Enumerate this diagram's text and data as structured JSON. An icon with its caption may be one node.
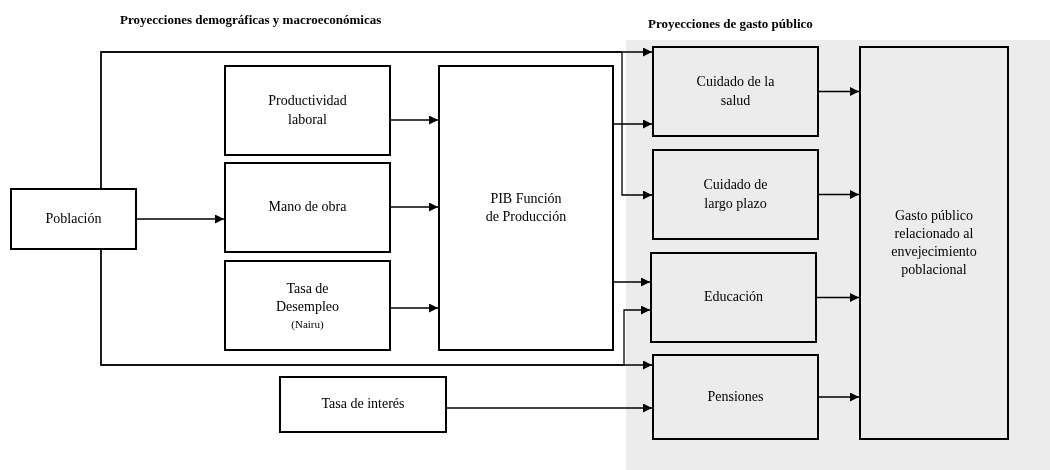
{
  "diagram": {
    "nodes": [
      {
        "text": [
          "Población"
        ]
      },
      {
        "text": [
          "Productividad laboral"
        ]
      },
      {
        "text": [
          "Mano de obra"
        ]
      },
      {
        "text": [
          "Tasa de Desempleo",
          "(Nairu)"
        ]
      },
      {
        "text": [
          "PIB Función de Producción"
        ]
      },
      {
        "text": [
          "Tasa de interés"
        ]
      },
      {
        "text": [
          "Proyecciones de gasto público"
        ]
      },
      {
        "text": [
          "Cuidado de la salud"
        ],
        "in": 6
      },
      {
        "text": [
          "Cuidado de largo plazo"
        ],
        "in": 6
      },
      {
        "text": [
          "Educación"
        ],
        "in": 6
      },
      {
        "text": [
          "Pensiones"
        ],
        "in": 6
      },
      {
        "text": [
          "Gasto público relacionado al envejecimiento poblacional"
        ],
        "in": 6
      }
    ],
    "edges": [
      {
        "from": 0,
        "to": 7,
        "arrow": "to"
      },
      {
        "from": 0,
        "to": 8,
        "arrow": "to"
      },
      {
        "from": 0,
        "to": 2,
        "arrow": "to"
      },
      {
        "from": 0,
        "to": 10,
        "arrow": "to"
      },
      {
        "from": 0,
        "to": 9,
        "arrow": "to"
      },
      {
        "from": 1,
        "to": 4,
        "arrow": "to"
      },
      {
        "from": 2,
        "to": 4,
        "arrow": "to"
      },
      {
        "from": 3,
        "to": 4,
        "arrow": "to"
      },
      {
        "from": 4,
        "to": 7,
        "arrow": "to"
      },
      {
        "from": 4,
        "to": 9,
        "arrow": "to"
      },
      {
        "from": 5,
        "to": 10,
        "arrow": "to"
      },
      {
        "from": 7,
        "to": 11,
        "arrow": "to"
      },
      {
        "from": 8,
        "to": 11,
        "arrow": "to"
      },
      {
        "from": 9,
        "to": 11,
        "arrow": "to"
      },
      {
        "from": 10,
        "to": 11,
        "arrow": "to"
      }
    ],
    "labels": [
      "Proyecciones demográficas y macroeconómicas"
    ]
  }
}
